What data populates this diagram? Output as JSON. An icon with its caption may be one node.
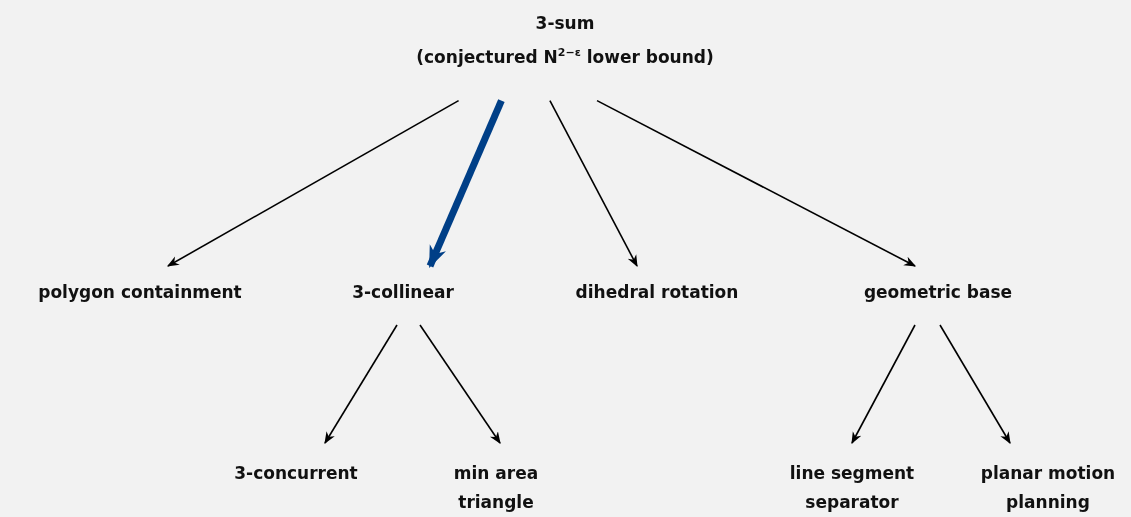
{
  "diagram": {
    "nodes": [
      {
        "text": [
          "3-sum",
          "(conjectured N$^{2−ε}$ lower bound)"
        ]
      },
      {
        "text": [
          "polygon containment"
        ]
      },
      {
        "text": [
          "3-collinear"
        ]
      },
      {
        "text": [
          "dihedral rotation"
        ]
      },
      {
        "text": [
          "geometric base"
        ]
      },
      {
        "text": [
          "3-concurrent"
        ]
      },
      {
        "text": [
          "min area triangle"
        ]
      },
      {
        "text": [
          "line segment separator"
        ]
      },
      {
        "text": [
          "planar motion planning"
        ]
      }
    ],
    "edges": [
      {
        "from": 0,
        "to": 1,
        "arrow": "to"
      },
      {
        "from": 0,
        "to": 2,
        "arrow": "to",
        "style": "thick",
        "color": "#003f87"
      },
      {
        "from": 0,
        "to": 3,
        "arrow": "to"
      },
      {
        "from": 0,
        "to": 4,
        "arrow": "to"
      },
      {
        "from": 2,
        "to": 5,
        "arrow": "to"
      },
      {
        "from": 2,
        "to": 6,
        "arrow": "to"
      },
      {
        "from": 4,
        "to": 7,
        "arrow": "to"
      },
      {
        "from": 4,
        "to": 8,
        "arrow": "to"
      }
    ]
  }
}
